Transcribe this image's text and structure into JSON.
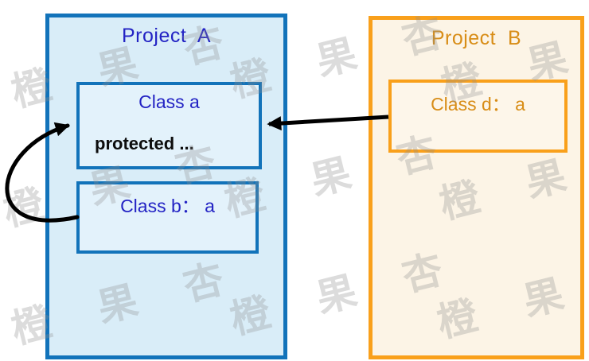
{
  "watermark": {
    "text": "橙 果 杏",
    "color": "#cfcfcf"
  },
  "project_a": {
    "title": "Project  A",
    "title_color": "#2323c4",
    "border_color": "#1273ba",
    "fill_color": "#d9edf8",
    "class_a": {
      "title": "Class a",
      "body": "protected ..."
    },
    "class_b": {
      "title": "Class b： a"
    }
  },
  "project_b": {
    "title": "Project  B",
    "title_color": "#d88d17",
    "border_color": "#f9a01b",
    "fill_color": "#fcf4e6",
    "class_d": {
      "title": "Class d： a"
    }
  },
  "arrows": {
    "color": "#000000",
    "class_d_to_class_a": "Class d inherits Class a",
    "class_b_to_class_a": "Class b inherits Class a"
  }
}
